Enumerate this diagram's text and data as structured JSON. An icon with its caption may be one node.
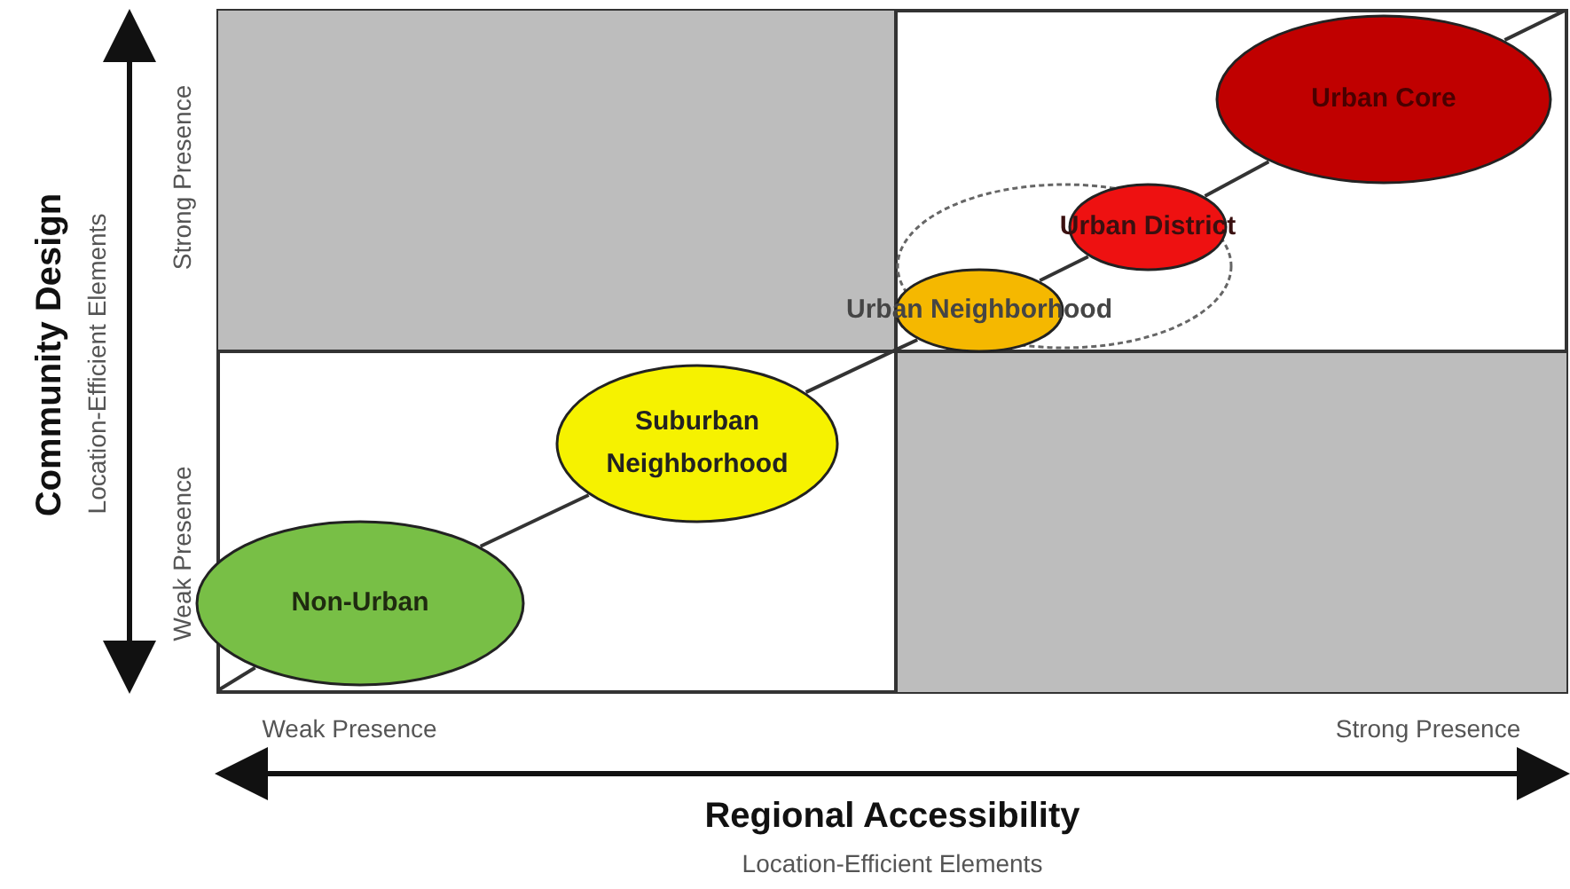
{
  "diagram": {
    "nodes": [
      {
        "text": [
          "Urban Core"
        ]
      },
      {
        "text": [],
        "shape": "ellipse"
      },
      {
        "text": [
          "Urban District"
        ],
        "in": 1
      },
      {
        "text": [
          "Urban Neighborhood"
        ],
        "in": 1
      },
      {
        "text": [
          "Suburban Neighborhood"
        ]
      },
      {
        "text": [
          "Non-Urban"
        ]
      }
    ],
    "edges": [
      {
        "from": null,
        "to": 5,
        "arrow": "none"
      },
      {
        "from": 5,
        "to": 4,
        "arrow": "none"
      },
      {
        "from": 4,
        "to": 3,
        "arrow": "none"
      },
      {
        "from": 3,
        "to": 2,
        "arrow": "none"
      },
      {
        "from": 2,
        "to": 0,
        "arrow": "none"
      },
      {
        "from": 0,
        "to": null,
        "arrow": "none"
      }
    ],
    "labels": [
      "Community Design",
      "Location-Efficient Elements",
      "Strong Presence",
      "Weak Presence",
      "Weak Presence",
      "Strong Presence",
      "Regional Accessibility",
      "Location-Efficient Elements"
    ]
  }
}
